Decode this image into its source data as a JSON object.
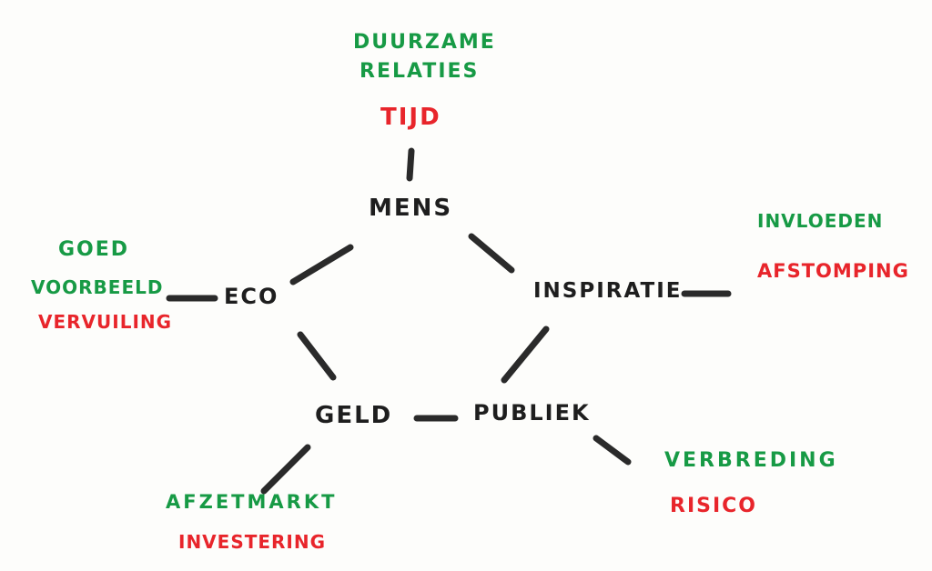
{
  "colors": {
    "ink": "#1e1e1e",
    "positive": "#179a45",
    "negative": "#e8252b",
    "paper": "#fdfdfb"
  },
  "nodes": {
    "mens": "MENS",
    "eco": "ECO",
    "inspiratie": "INSPIRATIE",
    "geld": "GELD",
    "publiek": "PUBLIEK"
  },
  "annotations": {
    "mens": {
      "positive_line1": "DUURZAME",
      "positive_line2": "RELATIES",
      "negative": "TIJD"
    },
    "eco": {
      "positive_line1": "GOED",
      "positive_line2": "VOORBEELD",
      "negative": "VERVUILING"
    },
    "inspiratie": {
      "positive": "INVLOEDEN",
      "negative": "AFSTOMPING"
    },
    "geld": {
      "positive": "AFZETMARKT",
      "negative": "INVESTERING"
    },
    "publiek": {
      "positive": "VERBREDING",
      "negative": "RISICO"
    }
  }
}
